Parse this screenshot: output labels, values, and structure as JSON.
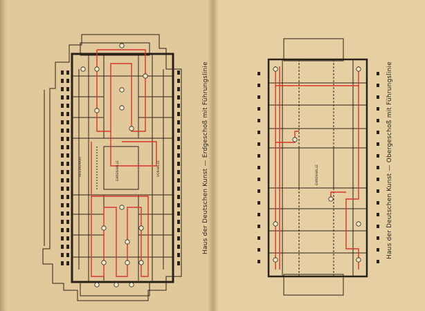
{
  "left_page": {
    "caption": "Haus der Deutschen Kunst — Erdgeschoß mit Führungslinie",
    "labels": {
      "restaurant": "RESTAURANT",
      "ehrenhalle": "EHRENHALLE",
      "vorhalle": "VORHALLE"
    }
  },
  "right_page": {
    "caption": "Haus der Deutschen Kunst — Obergeschoß mit Führungslinie",
    "labels": {
      "ehrenhalle": "EHRENHALLE"
    }
  },
  "colors": {
    "paper": "#e2c99c",
    "ink": "#2a2118",
    "route": "#d8362b"
  }
}
